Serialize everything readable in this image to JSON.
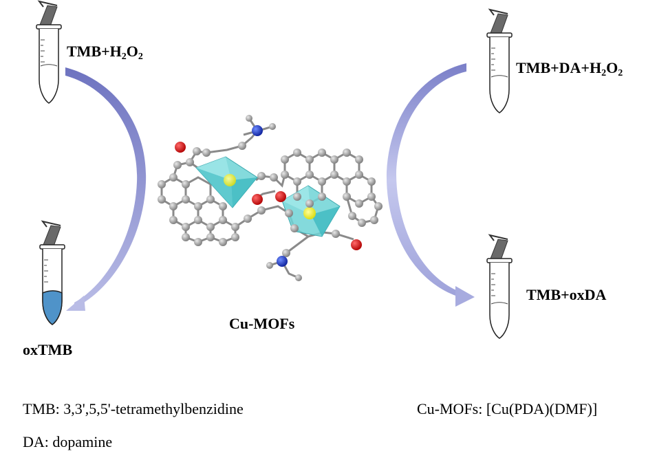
{
  "reactions": {
    "top_left": {
      "base": "TMB+H",
      "sub1": "2",
      "mid": "O",
      "sub2": "2"
    },
    "bottom_left": "oxTMB",
    "top_right": {
      "base": "TMB+DA+H",
      "sub1": "2",
      "mid": "O",
      "sub2": "2"
    },
    "bottom_right": "TMB+oxDA"
  },
  "catalyst_label": "Cu-MOFs",
  "notes": {
    "tmb": "TMB: 3,3',5,5'-tetramethylbenzidine",
    "da": "DA: dopamine",
    "cumofs": "Cu-MOFs: [Cu(PDA)(DMF)]"
  },
  "colors": {
    "arrow": "#8a8ed0",
    "polyhedron": "#6fd3d6",
    "copper": "#f2f200",
    "carbon": "#9a9a9a",
    "oxygen": "#d41e1e",
    "nitrogen": "#1f3fbf",
    "liquid_blue": "#4f93c9"
  }
}
